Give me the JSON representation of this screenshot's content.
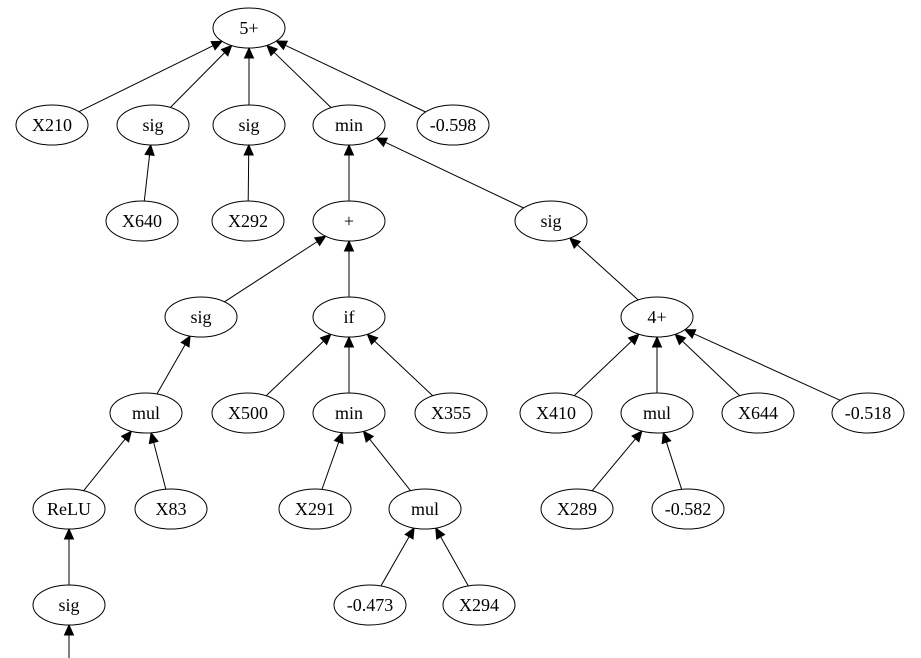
{
  "nodes": [
    {
      "id": "root",
      "label": "5+"
    },
    {
      "id": "x210",
      "label": "X210"
    },
    {
      "id": "sig_a",
      "label": "sig"
    },
    {
      "id": "sig_b",
      "label": "sig"
    },
    {
      "id": "min_top",
      "label": "min"
    },
    {
      "id": "c_0598",
      "label": "-0.598"
    },
    {
      "id": "x640",
      "label": "X640"
    },
    {
      "id": "x292",
      "label": "X292"
    },
    {
      "id": "plus",
      "label": "+"
    },
    {
      "id": "sig_c",
      "label": "sig"
    },
    {
      "id": "sig_d",
      "label": "sig"
    },
    {
      "id": "if",
      "label": "if"
    },
    {
      "id": "four_plus",
      "label": "4+"
    },
    {
      "id": "mul_left",
      "label": "mul"
    },
    {
      "id": "x500",
      "label": "X500"
    },
    {
      "id": "min_mid",
      "label": "min"
    },
    {
      "id": "x355",
      "label": "X355"
    },
    {
      "id": "x410",
      "label": "X410"
    },
    {
      "id": "mul_right",
      "label": "mul"
    },
    {
      "id": "x644",
      "label": "X644"
    },
    {
      "id": "c_0518",
      "label": "-0.518"
    },
    {
      "id": "relu",
      "label": "ReLU"
    },
    {
      "id": "x83",
      "label": "X83"
    },
    {
      "id": "x291",
      "label": "X291"
    },
    {
      "id": "mul_mid",
      "label": "mul"
    },
    {
      "id": "x289",
      "label": "X289"
    },
    {
      "id": "c_0582",
      "label": "-0.582"
    },
    {
      "id": "sig_e",
      "label": "sig"
    },
    {
      "id": "c_0473",
      "label": "-0.473"
    },
    {
      "id": "x294",
      "label": "X294"
    }
  ],
  "edges": [
    {
      "from": "x210",
      "to": "root"
    },
    {
      "from": "sig_a",
      "to": "root"
    },
    {
      "from": "sig_b",
      "to": "root"
    },
    {
      "from": "min_top",
      "to": "root"
    },
    {
      "from": "c_0598",
      "to": "root"
    },
    {
      "from": "x640",
      "to": "sig_a"
    },
    {
      "from": "x292",
      "to": "sig_b"
    },
    {
      "from": "plus",
      "to": "min_top"
    },
    {
      "from": "sig_d",
      "to": "min_top"
    },
    {
      "from": "sig_c",
      "to": "plus"
    },
    {
      "from": "if",
      "to": "plus"
    },
    {
      "from": "four_plus",
      "to": "sig_d"
    },
    {
      "from": "mul_left",
      "to": "sig_c"
    },
    {
      "from": "x500",
      "to": "if"
    },
    {
      "from": "min_mid",
      "to": "if"
    },
    {
      "from": "x355",
      "to": "if"
    },
    {
      "from": "x410",
      "to": "four_plus"
    },
    {
      "from": "mul_right",
      "to": "four_plus"
    },
    {
      "from": "x644",
      "to": "four_plus"
    },
    {
      "from": "c_0518",
      "to": "four_plus"
    },
    {
      "from": "relu",
      "to": "mul_left"
    },
    {
      "from": "x83",
      "to": "mul_left"
    },
    {
      "from": "x291",
      "to": "min_mid"
    },
    {
      "from": "mul_mid",
      "to": "min_mid"
    },
    {
      "from": "x289",
      "to": "mul_right"
    },
    {
      "from": "c_0582",
      "to": "mul_right"
    },
    {
      "from": "sig_e",
      "to": "relu"
    },
    {
      "from": "c_0473",
      "to": "mul_mid"
    },
    {
      "from": "x294",
      "to": "mul_mid"
    },
    {
      "from": "",
      "to": "sig_e"
    }
  ]
}
